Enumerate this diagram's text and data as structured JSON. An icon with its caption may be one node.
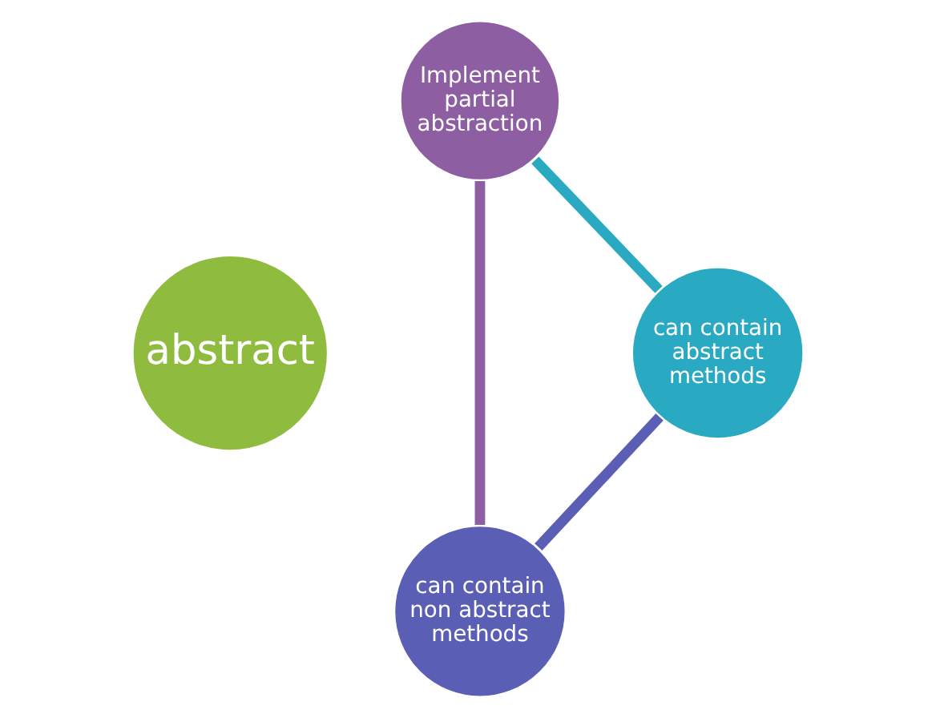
{
  "diagram": {
    "nodes": [
      {
        "text": [
          "Implement partial abstraction"
        ]
      },
      {
        "text": [
          "abstract"
        ]
      },
      {
        "text": [
          "can contain abstract methods"
        ]
      },
      {
        "text": [
          "can contain non abstract methods"
        ]
      }
    ],
    "edges": [
      {
        "from": 0,
        "to": 3,
        "arrow": "none",
        "color": "#8e5ea2"
      },
      {
        "from": 3,
        "to": 2,
        "arrow": "none",
        "color": "#5b5eb5"
      },
      {
        "from": 2,
        "to": 0,
        "arrow": "none",
        "color": "#2aa9c2"
      }
    ]
  }
}
